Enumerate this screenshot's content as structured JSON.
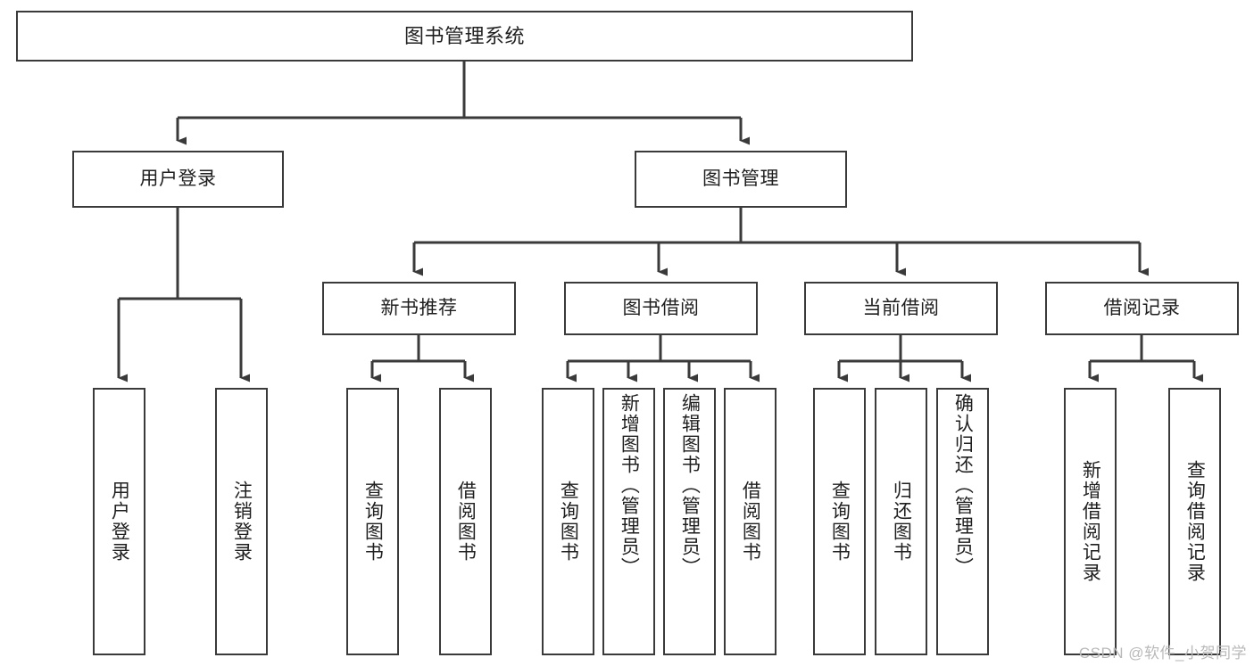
{
  "diagram": {
    "type": "tree-hierarchy-chart",
    "title": "图书管理系统",
    "background_color": "#ffffff",
    "box_border_color": "#3a3a3a",
    "connector_color": "#3a3a3a",
    "text_color": "#1f1f1f",
    "root": {
      "id": "root",
      "label": "图书管理系统",
      "level": 1
    },
    "branches": [
      {
        "id": "user-login",
        "label": "用户登录",
        "level": 2
      },
      {
        "id": "book-manage",
        "label": "图书管理",
        "level": 2
      }
    ],
    "groups": [
      {
        "id": "new-book-recommend",
        "label": "新书推荐",
        "level": 3,
        "parent": "book-manage"
      },
      {
        "id": "book-borrow",
        "label": "图书借阅",
        "level": 3,
        "parent": "book-manage"
      },
      {
        "id": "current-borrow",
        "label": "当前借阅",
        "level": 3,
        "parent": "book-manage"
      },
      {
        "id": "borrow-record",
        "label": "借阅记录",
        "level": 3,
        "parent": "book-manage"
      }
    ],
    "leaves": [
      {
        "id": "leaf-user-login",
        "label": "用户登录",
        "parent": "user-login"
      },
      {
        "id": "leaf-user-logout",
        "label": "注销登录",
        "parent": "user-login"
      },
      {
        "id": "leaf-query-book-1",
        "label": "查询图书",
        "parent": "new-book-recommend"
      },
      {
        "id": "leaf-borrow-book-1",
        "label": "借阅图书",
        "parent": "new-book-recommend"
      },
      {
        "id": "leaf-query-book-2",
        "label": "查询图书",
        "parent": "book-borrow"
      },
      {
        "id": "leaf-add-book",
        "label": "新增图书（管理员）",
        "parent": "book-borrow"
      },
      {
        "id": "leaf-edit-book",
        "label": "编辑图书（管理员）",
        "parent": "book-borrow"
      },
      {
        "id": "leaf-borrow-book-2",
        "label": "借阅图书",
        "parent": "book-borrow"
      },
      {
        "id": "leaf-query-book-3",
        "label": "查询图书",
        "parent": "current-borrow"
      },
      {
        "id": "leaf-return-book",
        "label": "归还图书",
        "parent": "current-borrow"
      },
      {
        "id": "leaf-confirm-return",
        "label": "确认归还（管理员）",
        "parent": "current-borrow"
      },
      {
        "id": "leaf-add-record",
        "label": "新增借阅记录",
        "parent": "borrow-record"
      },
      {
        "id": "leaf-query-record",
        "label": "查询借阅记录",
        "parent": "borrow-record"
      }
    ]
  },
  "watermark": {
    "text": "CSDN @软件_小贺同学"
  }
}
